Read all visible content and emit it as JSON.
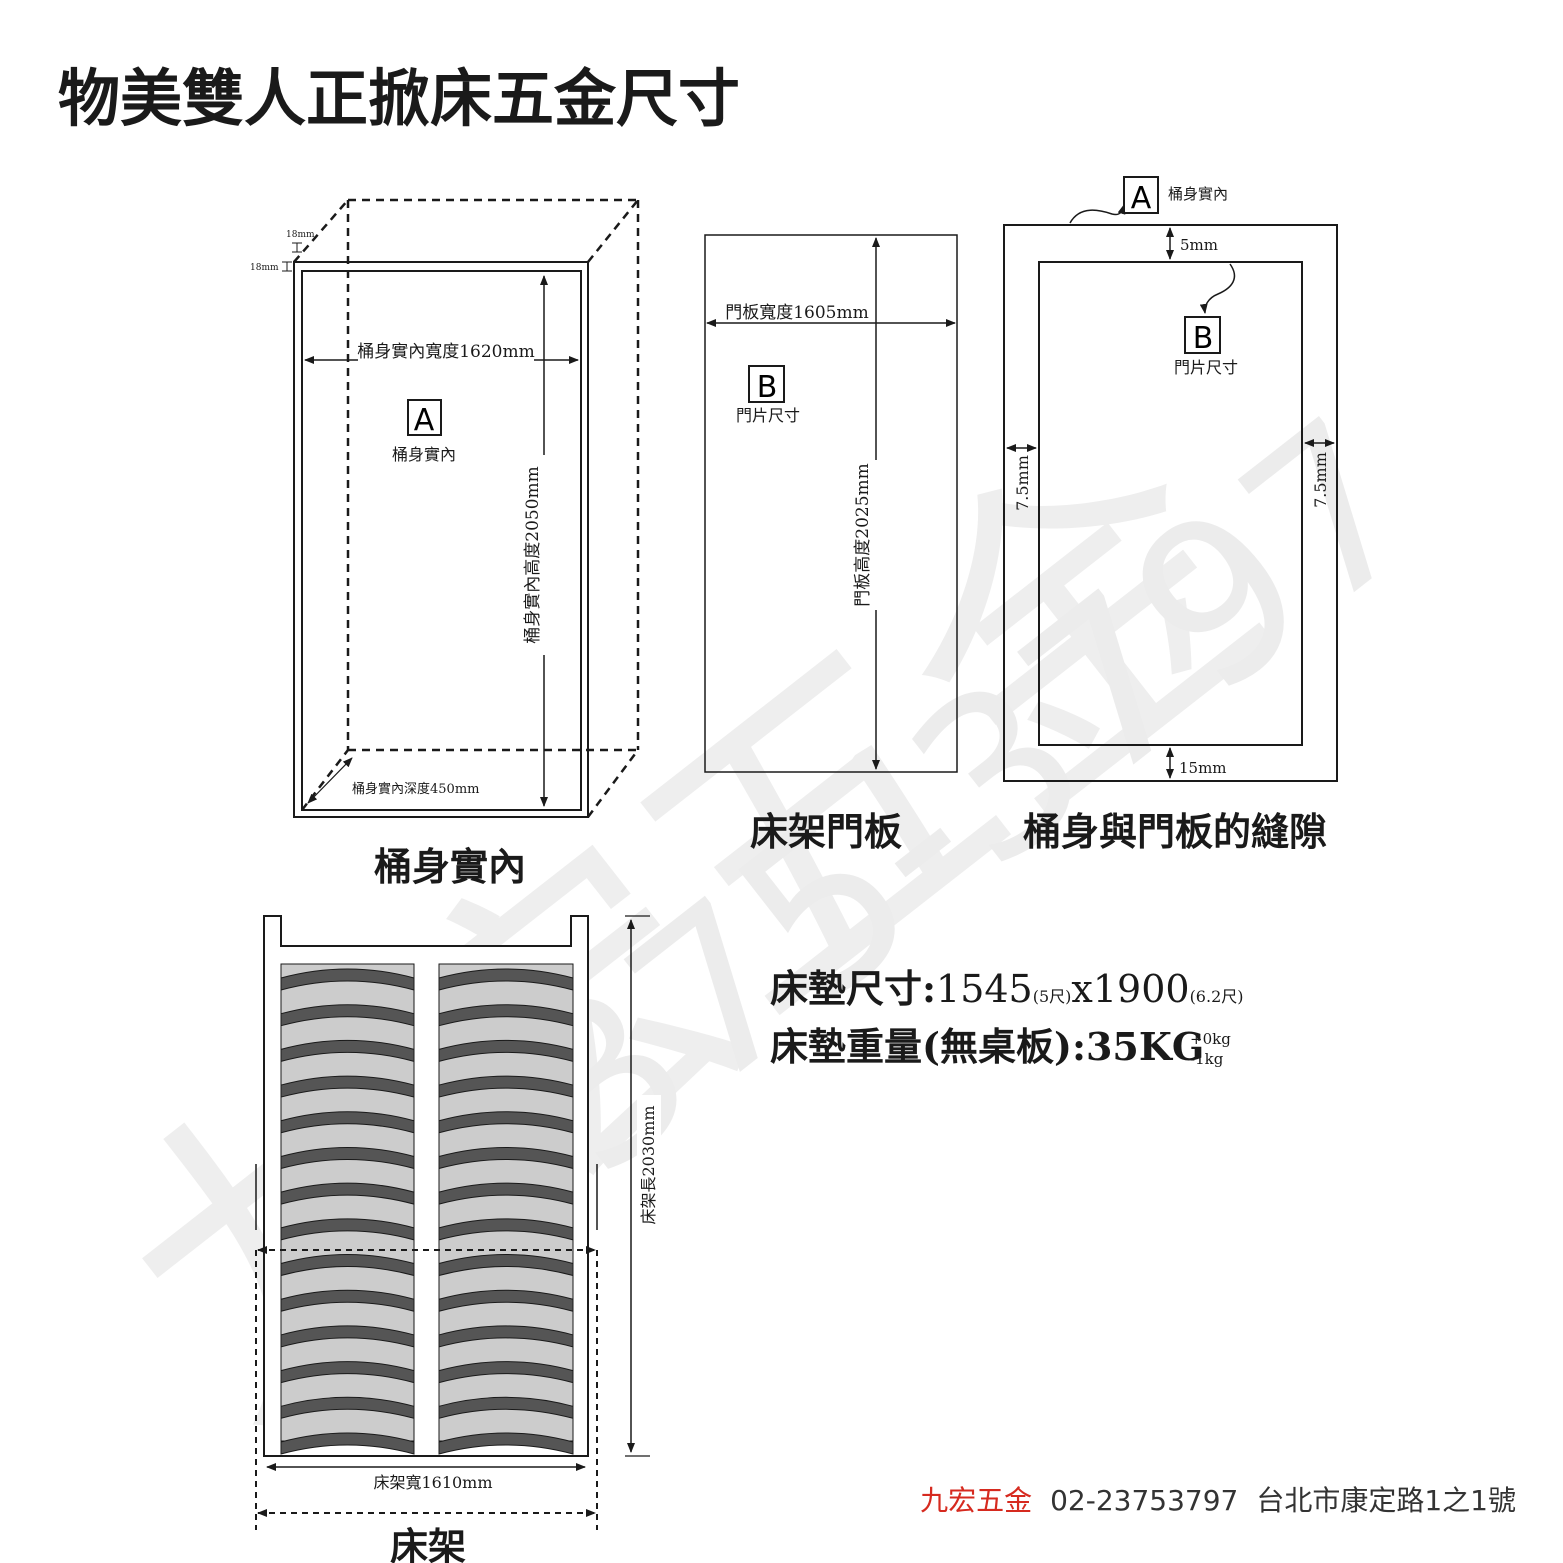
{
  "title": "物美雙人正掀床五金尺寸",
  "watermark": {
    "brand": "九宏五金",
    "number": "2375-3797"
  },
  "box": {
    "caption": "桶身實內",
    "marker": "A",
    "marker_label": "桶身實內",
    "width_label": "桶身實內寬度1620mm",
    "height_label": "桶身實內高度2050mm",
    "depth_label": "桶身實內深度450mm",
    "board_top_label": "18mm",
    "board_side_label": "18mm"
  },
  "door": {
    "caption": "床架門板",
    "marker": "B",
    "marker_label": "門片尺寸",
    "width_label": "門板寬度1605mm",
    "height_label": "門板高度2025mm"
  },
  "gap": {
    "caption": "桶身與門板的縫隙",
    "outer_marker": "A",
    "outer_label": "桶身實內",
    "inner_marker": "B",
    "inner_label": "門片尺寸",
    "top_gap": "5mm",
    "bottom_gap": "15mm",
    "left_gap": "7.5mm",
    "right_gap": "7.5mm"
  },
  "frame": {
    "caption": "床架",
    "length_label": "床架長2030mm",
    "width_label": "床架寬1610mm"
  },
  "specs": {
    "size_label": "床墊尺寸:",
    "size_w": "1545",
    "size_w_note": "(5尺)",
    "size_x": "x1900",
    "size_l_note": "(6.2尺)",
    "weight_label": "床墊重量(無桌板):35KG",
    "weight_plus": "+0kg",
    "weight_minus": "-1kg"
  },
  "footer": {
    "brand": "九宏五金",
    "phone": "02-23753797",
    "address": "台北市康定路1之1號"
  },
  "colors": {
    "brand_red": "#d62a1f",
    "slat_dark": "#555555",
    "slat_light": "#cccccc"
  }
}
